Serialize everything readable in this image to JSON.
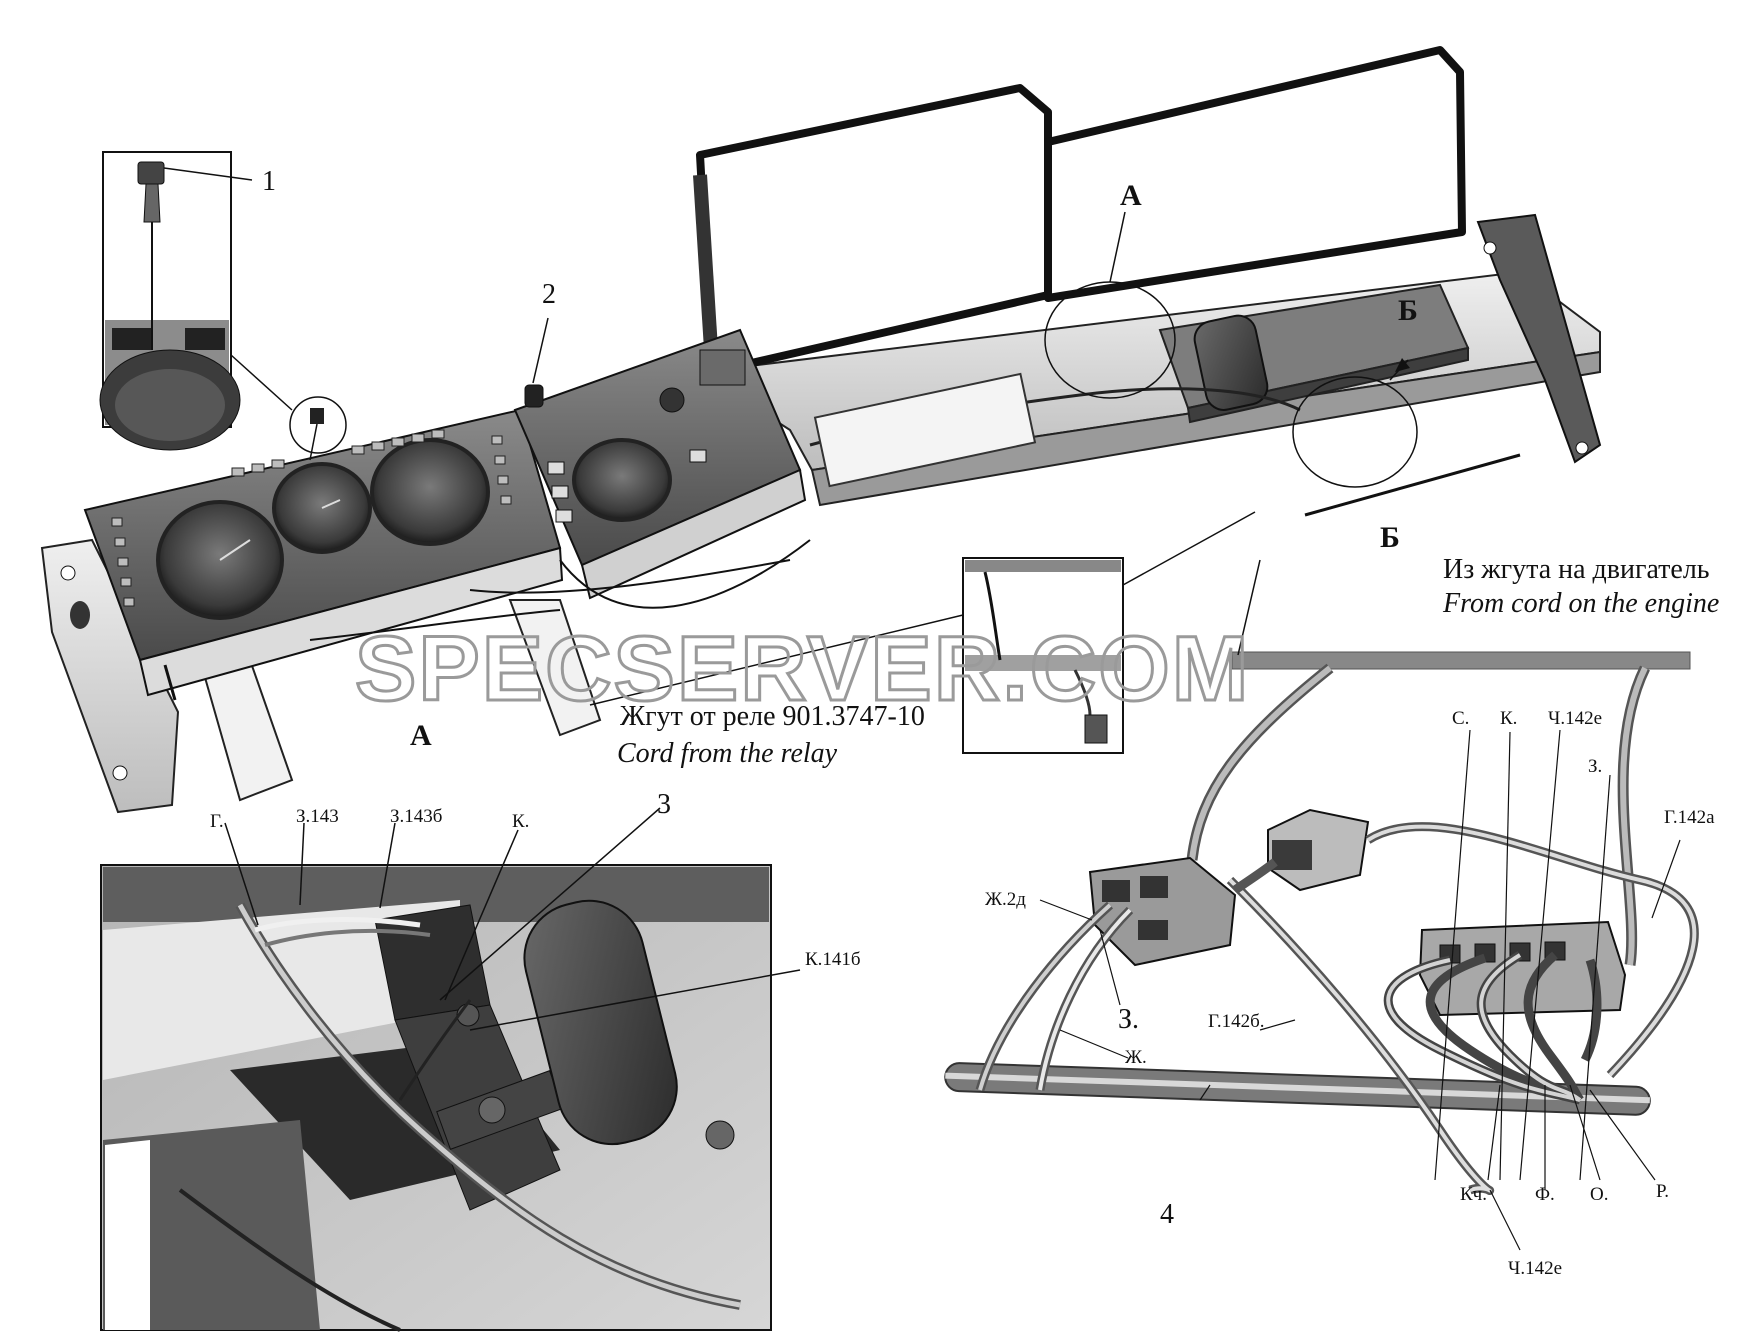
{
  "watermark": "SPECSERVER.COM",
  "callouts": {
    "n1": "1",
    "n2": "2",
    "n3": "3",
    "n4": "4",
    "view_a_top": "А",
    "view_a_bottom": "А",
    "view_b_top": "Б",
    "view_b_bottom": "Б"
  },
  "captions": {
    "relay_ru": "Жгут от реле 901.3747-10",
    "relay_en": "Cord from the relay",
    "engine_ru": "Из жгута на двигатель",
    "engine_en": "From cord on the engine"
  },
  "view_a_labels": {
    "g": "Г.",
    "z143": "З.143",
    "z143b": "З.143б",
    "k": "К.",
    "k141b": "К.141б"
  },
  "view_b_labels": {
    "s": "С.",
    "k": "К.",
    "ch142e_top": "Ч.142е",
    "z_top": "З.",
    "g142a": "Г.142а",
    "zh2d": "Ж.2д",
    "z": "З.",
    "zh": "Ж.",
    "g142b": "Г.142б.",
    "kch": "Кч.",
    "f": "Ф.",
    "o": "О.",
    "r": "Р.",
    "ch142e_bottom": "Ч.142е"
  }
}
